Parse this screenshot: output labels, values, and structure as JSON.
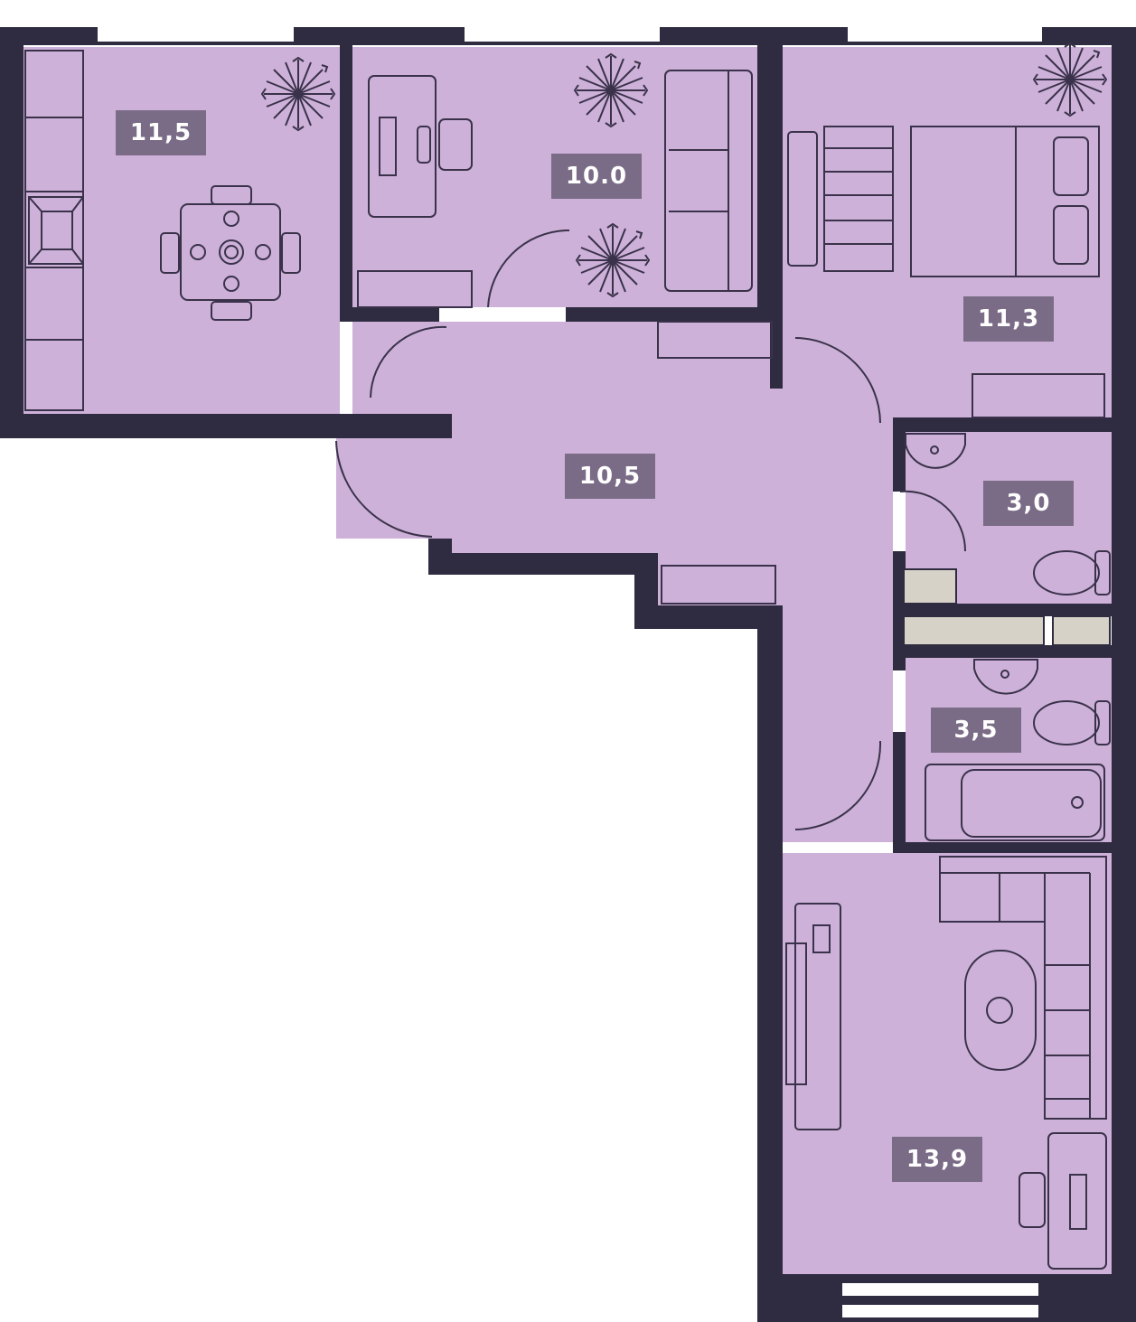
{
  "colors": {
    "wall": "#2f2b40",
    "floor": "#cdb1d9",
    "line": "#3a324a",
    "label_bg": "#7a6b86",
    "label_text": "#ffffff",
    "window": "#ffffff",
    "storage": "#d6d2c8"
  },
  "rooms": [
    {
      "id": "kitchen",
      "area_label": "11,5"
    },
    {
      "id": "study",
      "area_label": "10.0"
    },
    {
      "id": "bedroom",
      "area_label": "11,3"
    },
    {
      "id": "hall",
      "area_label": "10,5"
    },
    {
      "id": "wc",
      "area_label": "3,0"
    },
    {
      "id": "bathroom",
      "area_label": "3,5"
    },
    {
      "id": "living",
      "area_label": "13,9"
    }
  ],
  "icons": [
    "plant-icon",
    "dining-table-icon",
    "desk-icon",
    "sofa-icon",
    "bed-icon",
    "radiator-icon",
    "toilet-icon",
    "sink-icon",
    "bathtub-icon",
    "tv-stand-icon",
    "coffee-table-icon",
    "stove-icon"
  ]
}
